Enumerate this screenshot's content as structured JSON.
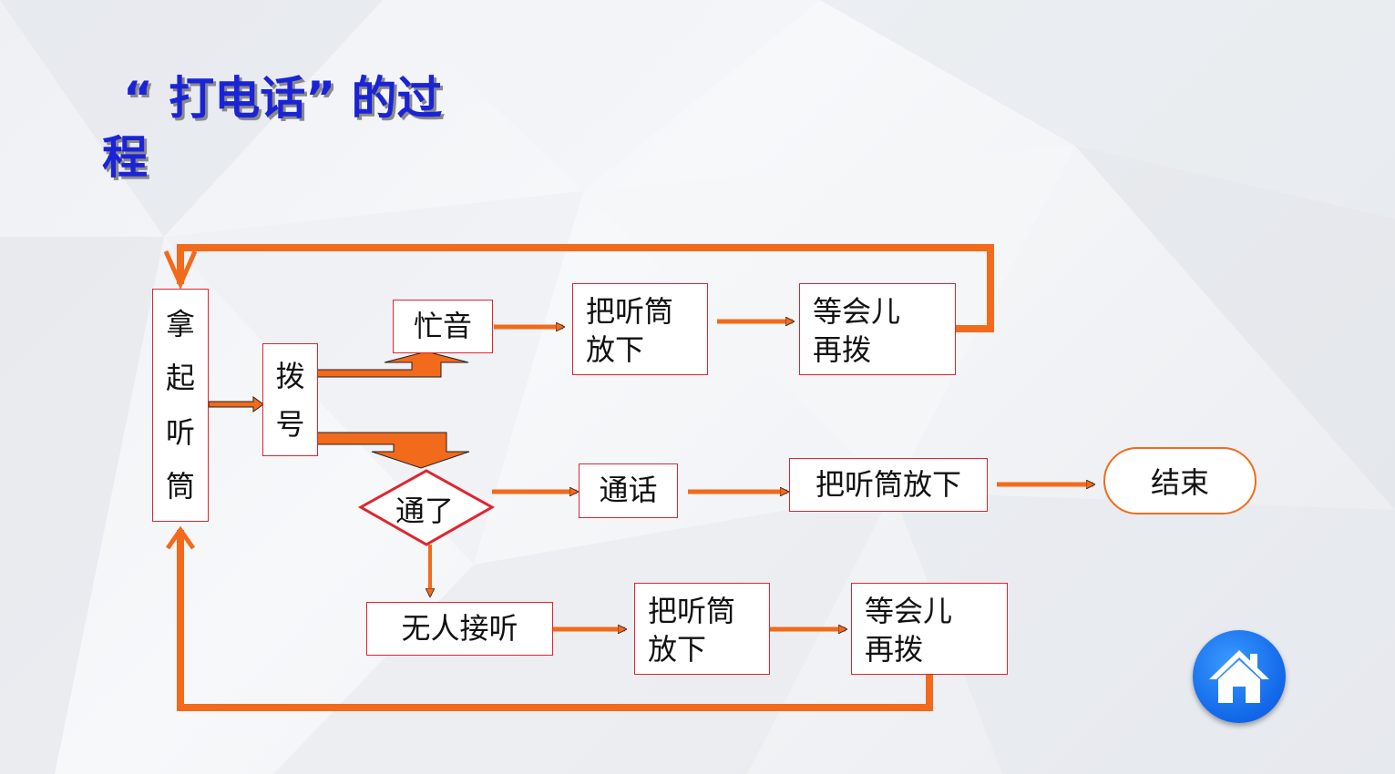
{
  "slide": {
    "title_line1": "“ 打电话”  的过",
    "title_line2": "程"
  },
  "flowchart": {
    "pick_up": [
      "拿",
      "起",
      "听",
      "筒"
    ],
    "dial": [
      "拨",
      "号"
    ],
    "busy": "忙音",
    "busy_hang_up": "把听筒\n放下",
    "busy_wait": "等会儿\n再拨",
    "connected_question": "通了",
    "talk": "通话",
    "talk_hang_up": "把听筒放下",
    "end": "结束",
    "no_answer": "无人接听",
    "no_answer_hang_up": "把听筒\n放下",
    "no_answer_wait": "等会儿\n再拨"
  },
  "colors": {
    "title": "#1a24d6",
    "box_border": "#e0242e",
    "arrow": "#f26a1b",
    "home_button": "#1167e8"
  },
  "icons": {
    "home_button": "home-icon"
  }
}
